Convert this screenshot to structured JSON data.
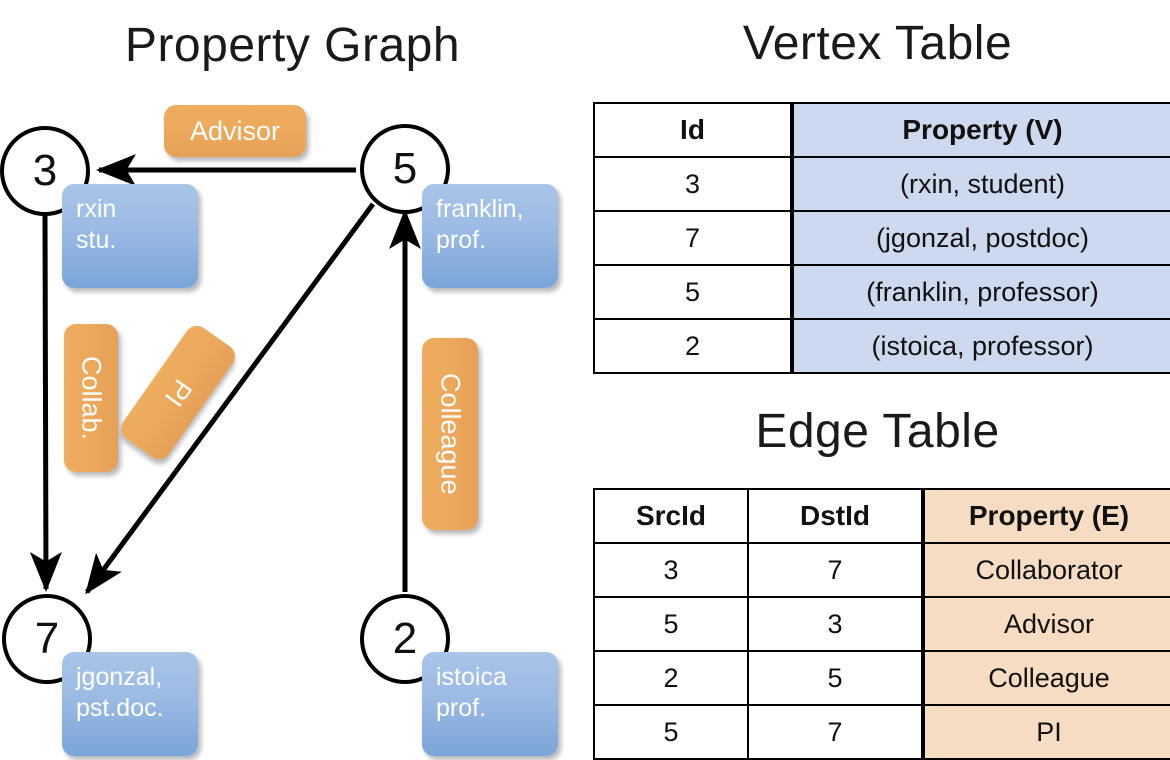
{
  "titles": {
    "property_graph": "Property Graph",
    "vertex_table": "Vertex Table",
    "edge_table": "Edge Table"
  },
  "colors": {
    "vertex_property_fill": "#ccd9ee",
    "edge_property_fill": "#f6dcc2",
    "vertex_callout": "#9cbbe4",
    "relation_label": "#eda95c",
    "stroke": "#000000",
    "background": "#ffffff"
  },
  "graph": {
    "vertices": [
      {
        "id": "3",
        "property": "rxin\nstu.",
        "property_line1": "rxin",
        "property_line2": "stu."
      },
      {
        "id": "5",
        "property": "franklin, prof.",
        "property_line1": "franklin,",
        "property_line2": "prof."
      },
      {
        "id": "7",
        "property": "jgonzal, pst.doc.",
        "property_line1": "jgonzal,",
        "property_line2": "pst.doc."
      },
      {
        "id": "2",
        "property": "istoica prof.",
        "property_line1": "istoica",
        "property_line2": "prof."
      }
    ],
    "edge_labels": [
      {
        "name": "advisor-label",
        "text": "Advisor",
        "orientation": "horizontal"
      },
      {
        "name": "collab-label",
        "text": "Collab.",
        "orientation": "vertical"
      },
      {
        "name": "pi-label",
        "text": "PI",
        "orientation": "rotated"
      },
      {
        "name": "colleague-label",
        "text": "Colleague",
        "orientation": "vertical"
      }
    ],
    "edges": [
      {
        "from": "5",
        "to": "3",
        "label": "Advisor"
      },
      {
        "from": "3",
        "to": "7",
        "label": "Collab."
      },
      {
        "from": "5",
        "to": "7",
        "label": "PI"
      },
      {
        "from": "2",
        "to": "5",
        "label": "Colleague"
      }
    ]
  },
  "vertex_table": {
    "headers": [
      "Id",
      "Property (V)"
    ],
    "rows": [
      {
        "id": "3",
        "property": "(rxin, student)"
      },
      {
        "id": "7",
        "property": "(jgonzal, postdoc)"
      },
      {
        "id": "5",
        "property": "(franklin, professor)"
      },
      {
        "id": "2",
        "property": "(istoica, professor)"
      }
    ]
  },
  "edge_table": {
    "headers": [
      "SrcId",
      "DstId",
      "Property (E)"
    ],
    "rows": [
      {
        "src": "3",
        "dst": "7",
        "property": "Collaborator"
      },
      {
        "src": "5",
        "dst": "3",
        "property": "Advisor"
      },
      {
        "src": "2",
        "dst": "5",
        "property": "Colleague"
      },
      {
        "src": "5",
        "dst": "7",
        "property": "PI"
      }
    ]
  }
}
